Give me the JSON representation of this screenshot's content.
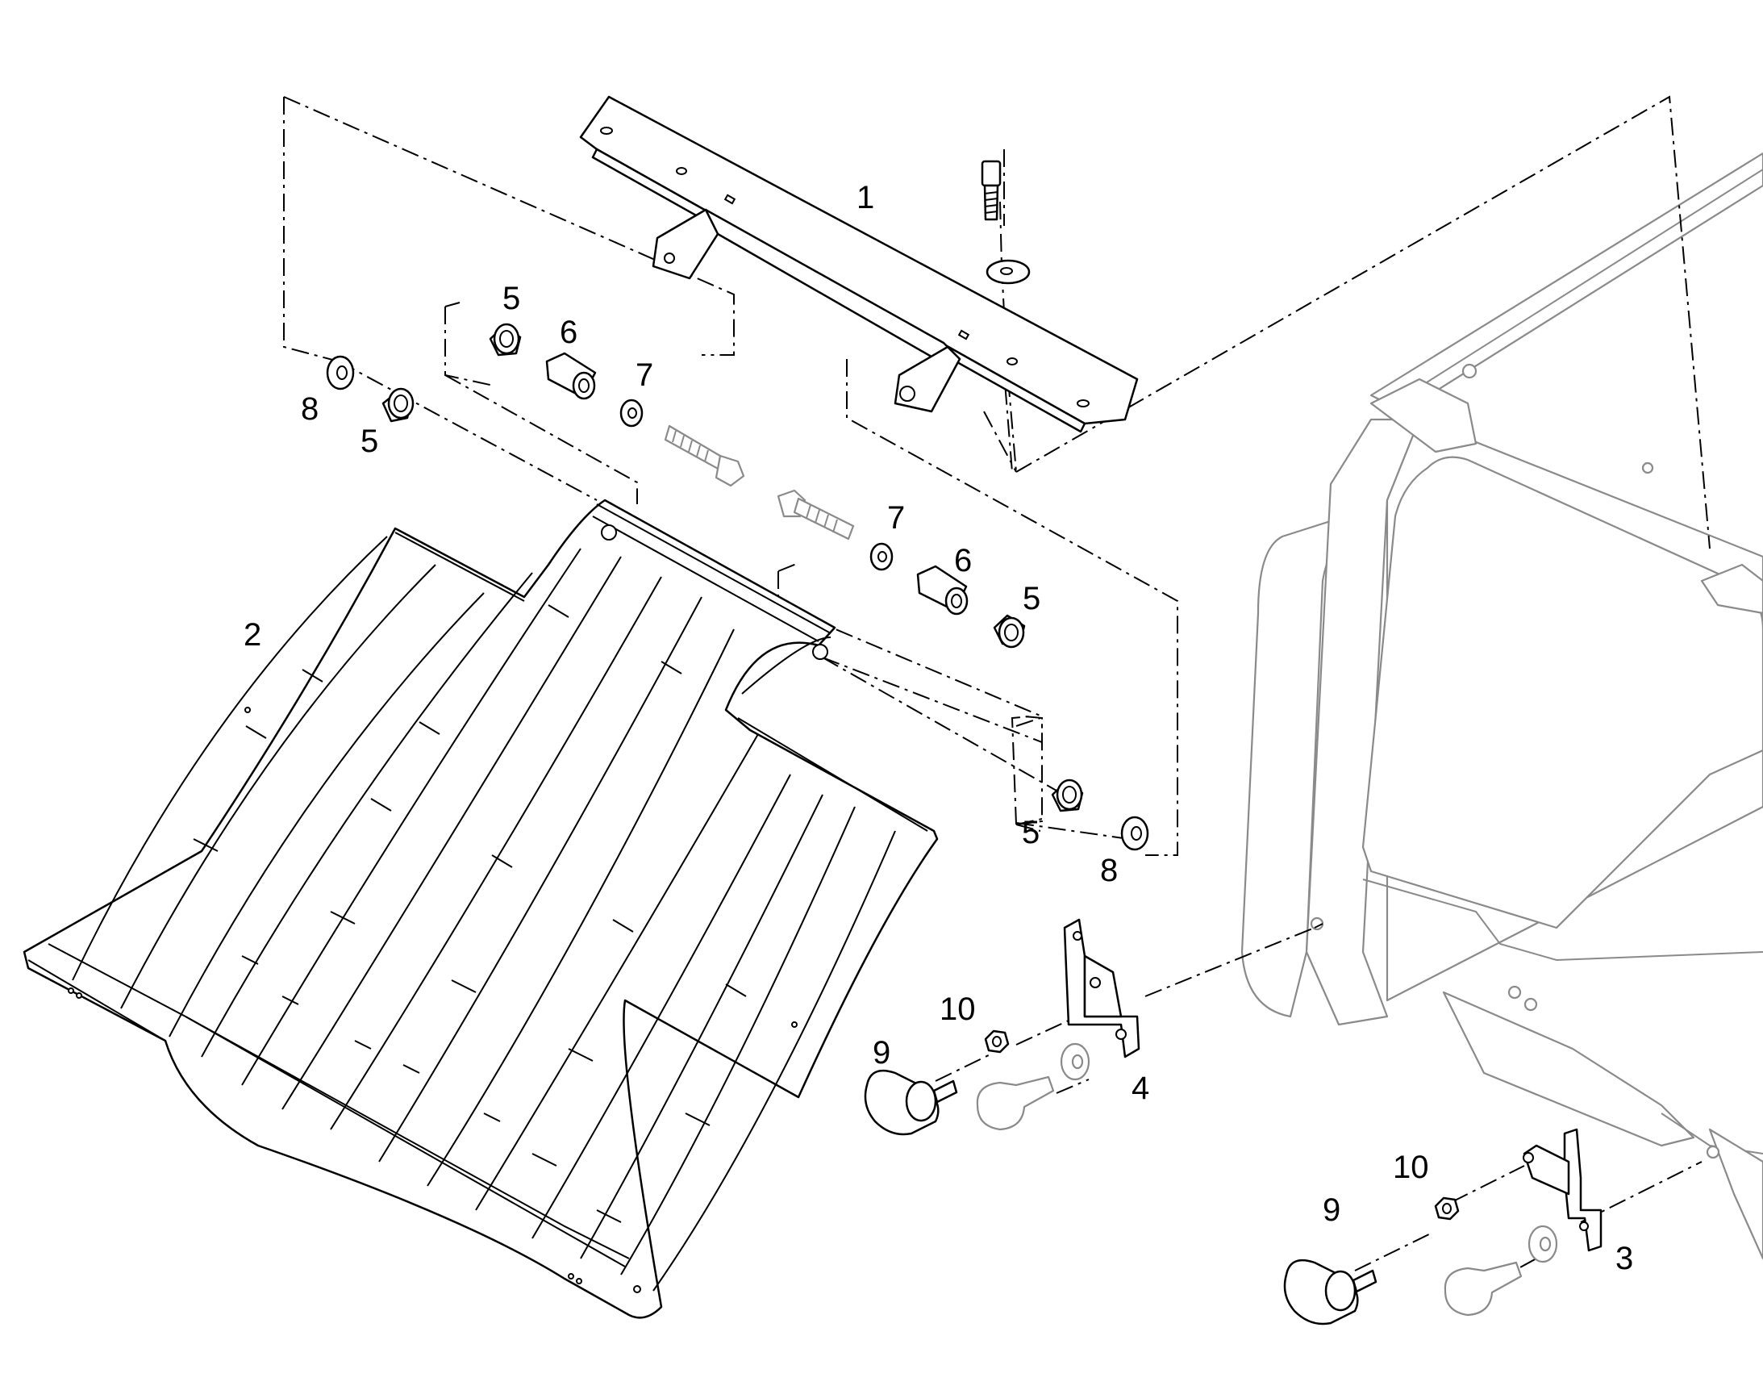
{
  "callouts": {
    "label_1": "1",
    "label_2": "2",
    "label_3": "3",
    "label_4": "4",
    "label_5a": "5",
    "label_5b": "5",
    "label_5c": "5",
    "label_5d": "5",
    "label_6a": "6",
    "label_6b": "6",
    "label_7a": "7",
    "label_7b": "7",
    "label_8a": "8",
    "label_8b": "8",
    "label_9a": "9",
    "label_9b": "9",
    "label_10a": "10",
    "label_10b": "10"
  }
}
